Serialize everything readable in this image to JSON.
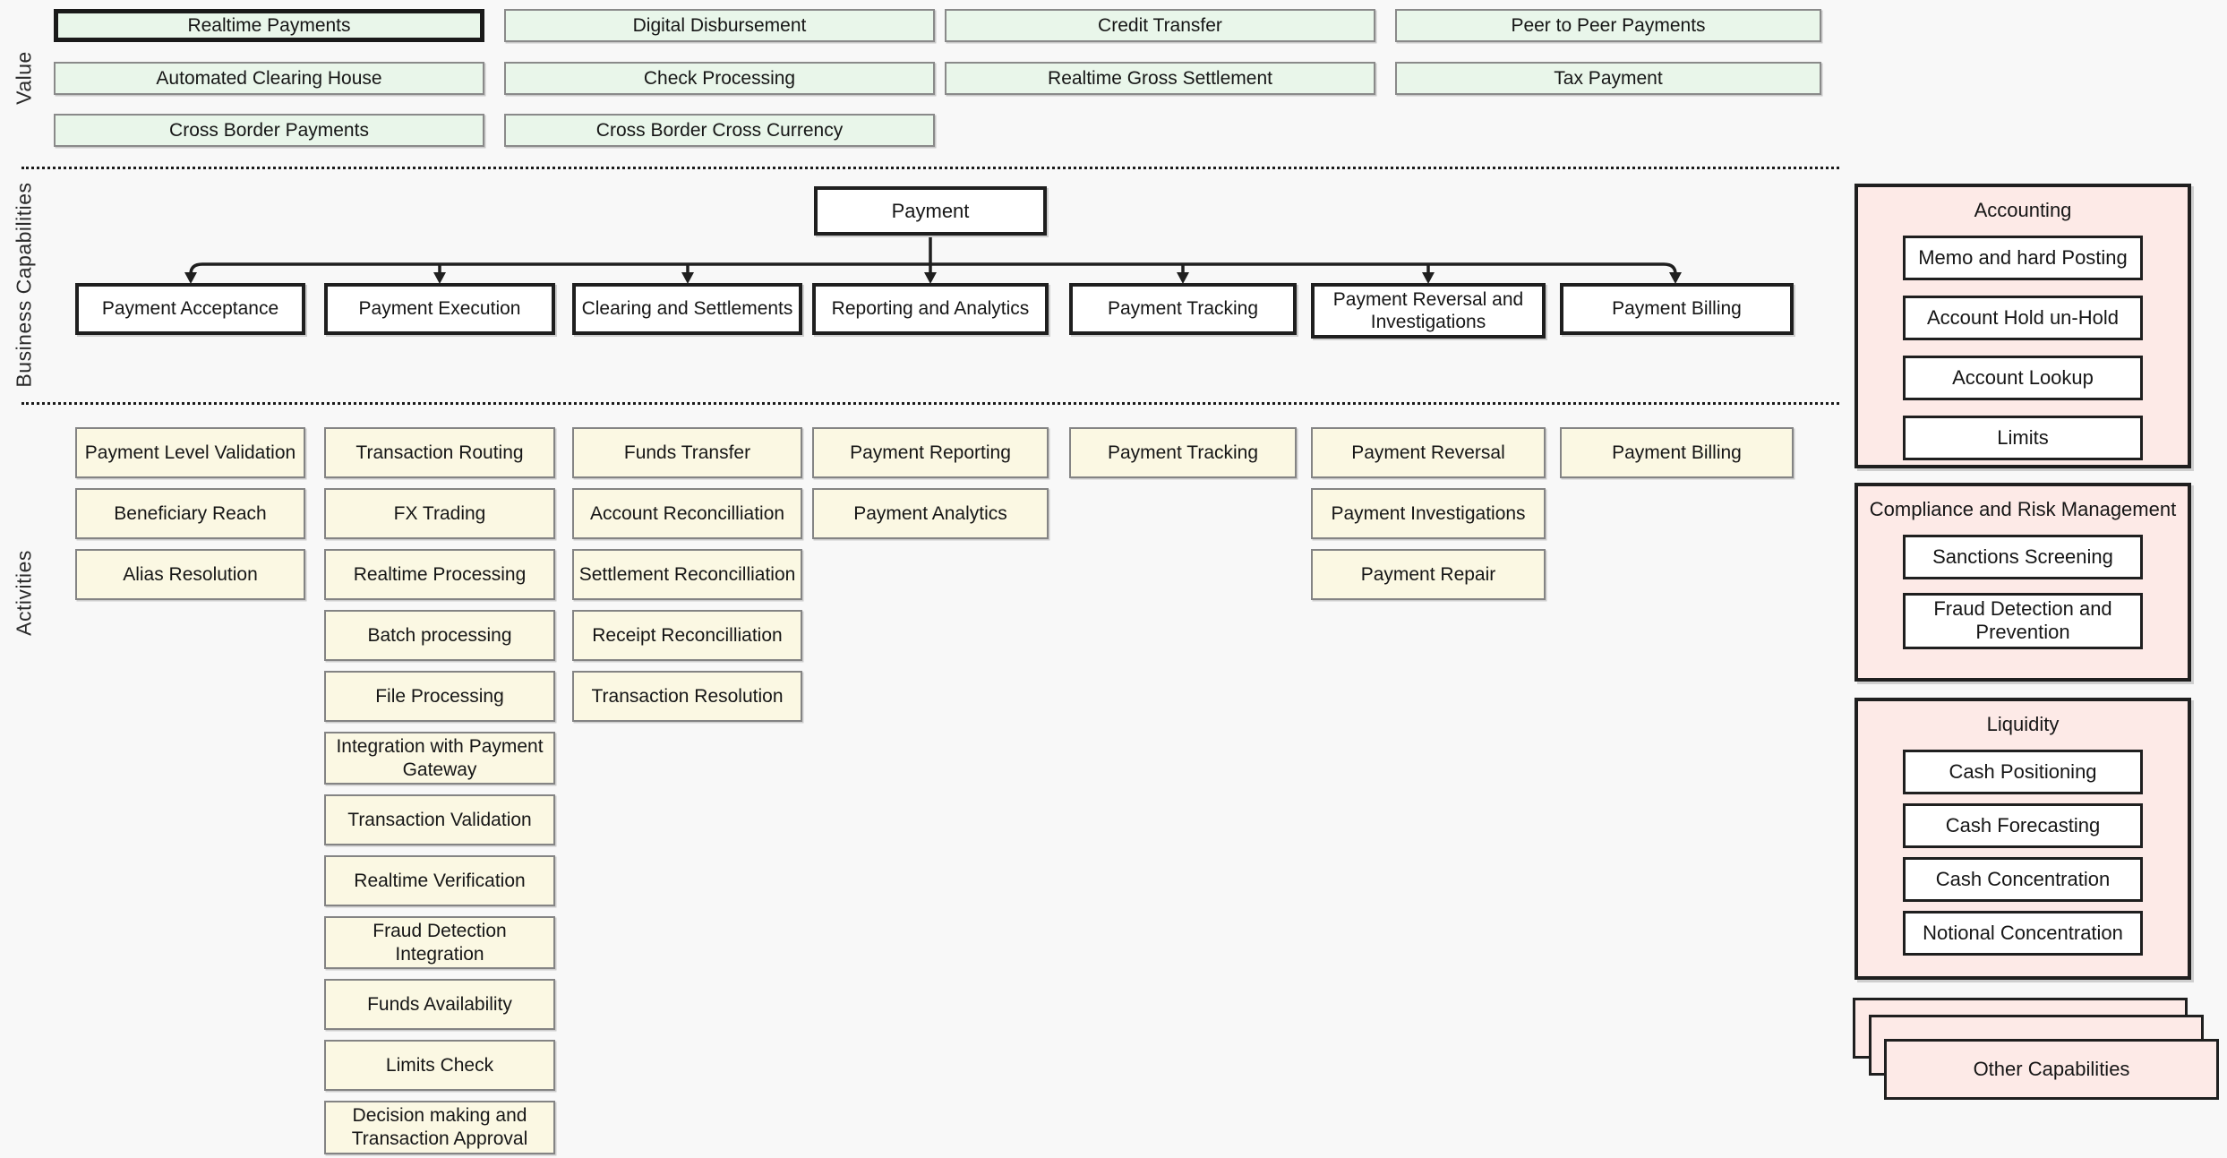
{
  "lanes": {
    "value": "Value",
    "business_capabilities": "Business Capabilities",
    "activities": "Activities"
  },
  "value": {
    "rows": [
      [
        "Realtime Payments",
        "Digital Disbursement",
        "Credit Transfer",
        "Peer to Peer Payments"
      ],
      [
        "Automated Clearing House",
        "Check Processing",
        "Realtime Gross Settlement",
        "Tax Payment"
      ],
      [
        "Cross Border Payments",
        "Cross Border Cross Currency"
      ]
    ],
    "selected": "Realtime Payments"
  },
  "capabilities": {
    "root": "Payment",
    "children": [
      "Payment Acceptance",
      "Payment Execution",
      "Clearing and Settlements",
      "Reporting and Analytics",
      "Payment Tracking",
      "Payment Reversal and Investigations",
      "Payment Billing"
    ]
  },
  "activities": {
    "columns": [
      [
        "Payment Level Validation",
        "Beneficiary Reach",
        "Alias Resolution"
      ],
      [
        "Transaction Routing",
        "FX Trading",
        "Realtime Processing",
        "Batch processing",
        "File Processing",
        "Integration with Payment Gateway",
        "Transaction Validation",
        "Realtime Verification",
        "Fraud Detection Integration",
        "Funds Availability",
        "Limits Check",
        "Decision making and Transaction Approval"
      ],
      [
        "Funds Transfer",
        "Account Reconcilliation",
        "Settlement Reconcilliation",
        "Receipt Reconcilliation",
        "Transaction Resolution"
      ],
      [
        "Payment Reporting",
        "Payment Analytics"
      ],
      [
        "Payment Tracking"
      ],
      [
        "Payment Reversal",
        "Payment Investigations",
        "Payment Repair"
      ],
      [
        "Payment Billing"
      ]
    ]
  },
  "panels": [
    {
      "title": "Accounting",
      "items": [
        "Memo and hard Posting",
        "Account Hold un-Hold",
        "Account Lookup",
        "Limits"
      ]
    },
    {
      "title": "Compliance and Risk Management",
      "items": [
        "Sanctions Screening",
        "Fraud Detection and Prevention"
      ]
    },
    {
      "title": "Liquidity",
      "items": [
        "Cash Positioning",
        "Cash Forecasting",
        "Cash Concentration",
        "Notional Concentration"
      ]
    }
  ],
  "other_capabilities": {
    "label": "Other Capabilities"
  },
  "colors": {
    "background": "#f8f8f8",
    "value_fill": "#e9f6ea",
    "activity_fill": "#fbf8e3",
    "panel_fill": "#fdeae7",
    "node_fill": "#ffffff",
    "node_border": "#1f1f1f",
    "muted_border": "#8a8a8a"
  }
}
